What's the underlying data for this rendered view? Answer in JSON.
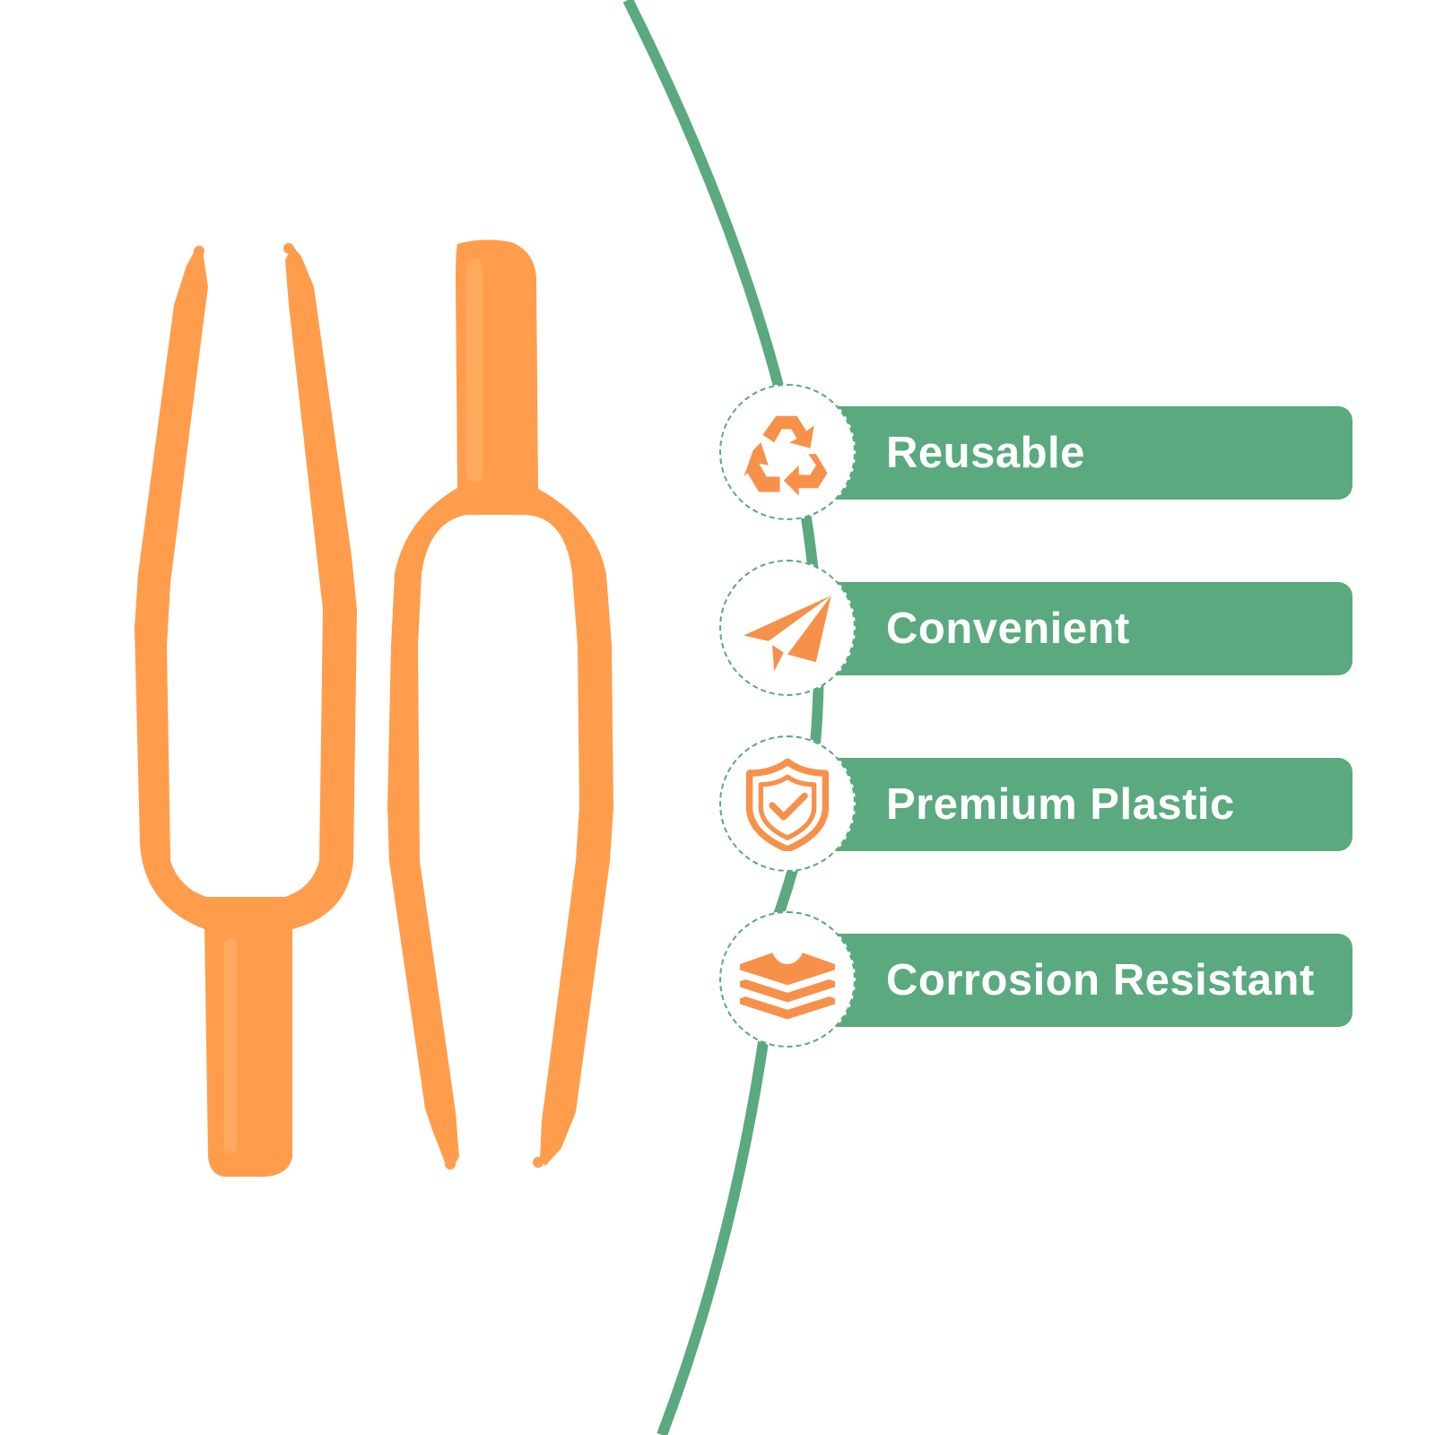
{
  "features": [
    {
      "label": "Reusable",
      "icon": "recycle-icon"
    },
    {
      "label": "Convenient",
      "icon": "paper-plane-icon"
    },
    {
      "label": "Premium Plastic",
      "icon": "shield-check-icon"
    },
    {
      "label": "Corrosion Resistant",
      "icon": "layers-icon"
    }
  ],
  "colors": {
    "accent_green": "#5aa97f",
    "product_orange": "#ff9d4d",
    "icon_orange": "#f7914a",
    "background": "#ffffff"
  }
}
